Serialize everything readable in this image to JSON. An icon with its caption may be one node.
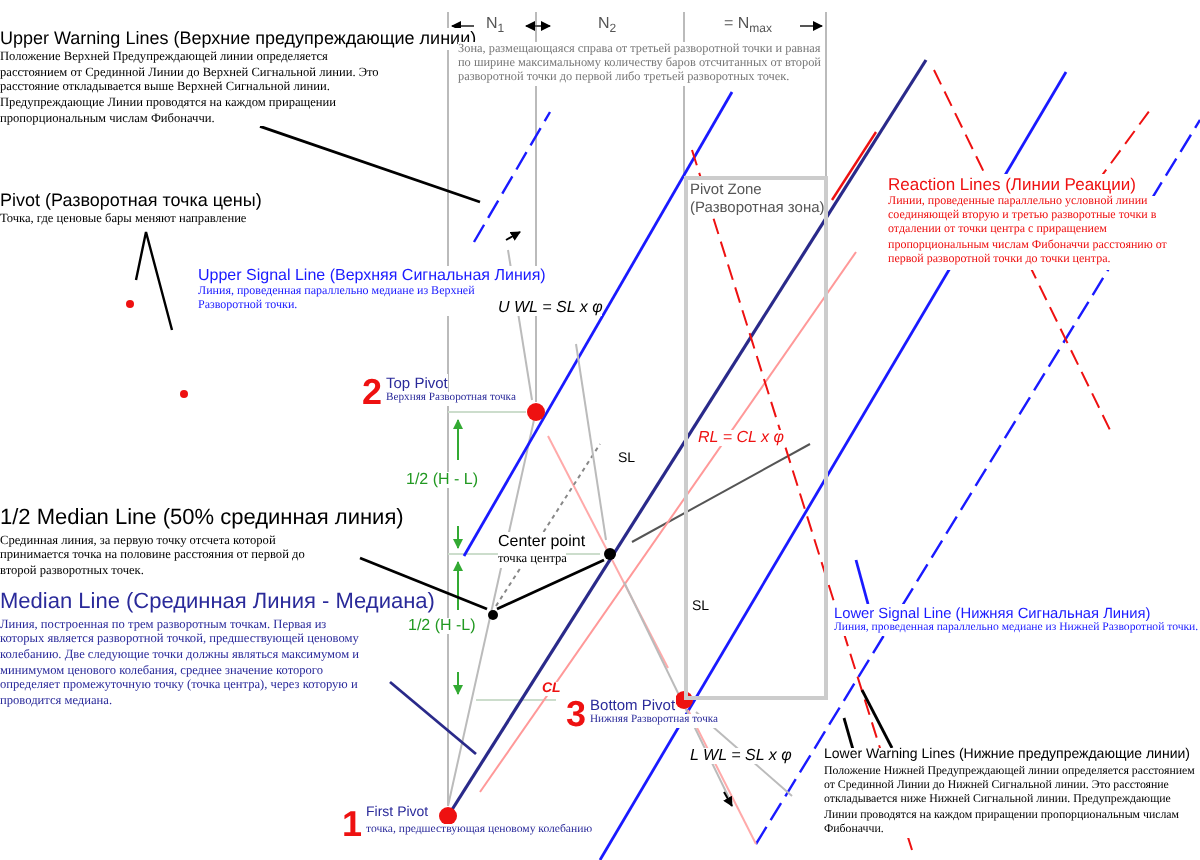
{
  "diagram": {
    "nodes": [
      {
        "text": [
          "Upper Warning Lines (Верхние предупреждающие линии)",
          "Положение Верхней Предупреждающей линии определяется расстоянием от Срединной Линии до Верхней Сигнальной линии. Это расстояние откладывается выше Верхней Сигнальной линии. Предупреждающие Линии проводятся на каждом приращении пропорциональным числам Фибоначчи."
        ]
      },
      {
        "text": [
          "Pivot (Разворотная точка цены)",
          "Точка, где ценовые бары меняют направление"
        ]
      },
      {
        "text": [
          "Upper Signal Line (Верхняя Сигнальная Линия)",
          "Линия, проведенная параллельно медиане из Верхней Разворотной точки."
        ]
      },
      {
        "text": [
          "Top Pivot",
          "Верхняя Разворотная точка"
        ],
        "beside": [
          "2"
        ]
      },
      {
        "text": [
          "1/2 Median Line (50% срединная линия)",
          "Срединная линия, за первую точку отсчета которой принимается точка на половине расстояния от первой до второй разворотных точек."
        ]
      },
      {
        "text": [
          "Center point",
          "точка центра"
        ]
      },
      {
        "text": [
          "Median Line (Срединная Линия - Медиана)",
          "Линия, построенная по трем разворотным точкам. Первая из которых является разворотной точкой, предшествующей ценовому колебанию. Две следующие точки должны являться максимумом и минимумом ценового колебания, среднее значение которого определяет промежуточную точку (точка центра), через которую и проводится медиана."
        ]
      },
      {
        "text": [
          "Bottom Pivot",
          "Нижняя Разворотная точка"
        ],
        "beside": [
          "3"
        ]
      },
      {
        "text": [
          "First Pivot",
          "точка, предшествующая ценовому колебанию"
        ],
        "beside": [
          "1"
        ]
      },
      {
        "text": [
          "Lower Signal Line (Нижняя Сигнальная Линия)",
          "Линия, проведенная параллельно медиане из Нижней Разворотной точки."
        ]
      },
      {
        "text": [
          "Lower Warning Lines (Нижние предупреждающие линии)",
          "Положение Нижней Предупреждающей линии определяется расстоянием от Срединной Линии до Нижней Сигнальной линии. Это расстояние откладывается ниже Нижней Сигнальной линии. Предупреждающие Линии проводятся на каждом приращении пропорциональным числам Фибоначчи."
        ]
      },
      {
        "text": [
          "Reaction Lines (Линии Реакции)",
          "Линии, проведенные параллельно условной линии соединяющей вторую и третью разворотные точки в отдалении от точки центра с приращением пропорциональным числам Фибоначчи расстоянию от первой разворотной точки до точки центра."
        ]
      },
      {
        "text": [
          "Pivot Zone",
          "(Разворотная зона)"
        ]
      },
      {
        "text": [
          "Зона, размещающаяся справа от третьей разворотной точки и равная по ширине максимальному количеству баров отсчитанных от второй разворотной точки до первой либо третьей разворотных точек."
        ]
      },
      {
        "text": [],
        "shape": "circle"
      },
      {
        "text": [],
        "shape": "circle"
      }
    ],
    "edges": [
      {
        "from": 0,
        "to": null,
        "arrow": "none"
      },
      {
        "from": 6,
        "to": null,
        "arrow": "none",
        "color": "#2a2a8a"
      },
      {
        "from": 4,
        "to": 14,
        "arrow": "none"
      },
      {
        "from": 9,
        "to": null,
        "arrow": "none",
        "color": "#1a1aff"
      },
      {
        "from": 10,
        "to": null,
        "arrow": "none"
      },
      {
        "from": 10,
        "to": null,
        "arrow": "none"
      },
      {
        "from": 14,
        "to": 15,
        "arrow": "none"
      }
    ],
    "labels": [
      "N$_{1}$",
      "N$_{2}$",
      "= N$_{max}$",
      "*U WL* = SL x φ",
      "1/2 (H - L)",
      "1/2 (H -L)",
      "*RL* = *CL* x φ",
      "SL",
      "SL",
      "CL",
      "*L WL* = SL x φ"
    ]
  }
}
